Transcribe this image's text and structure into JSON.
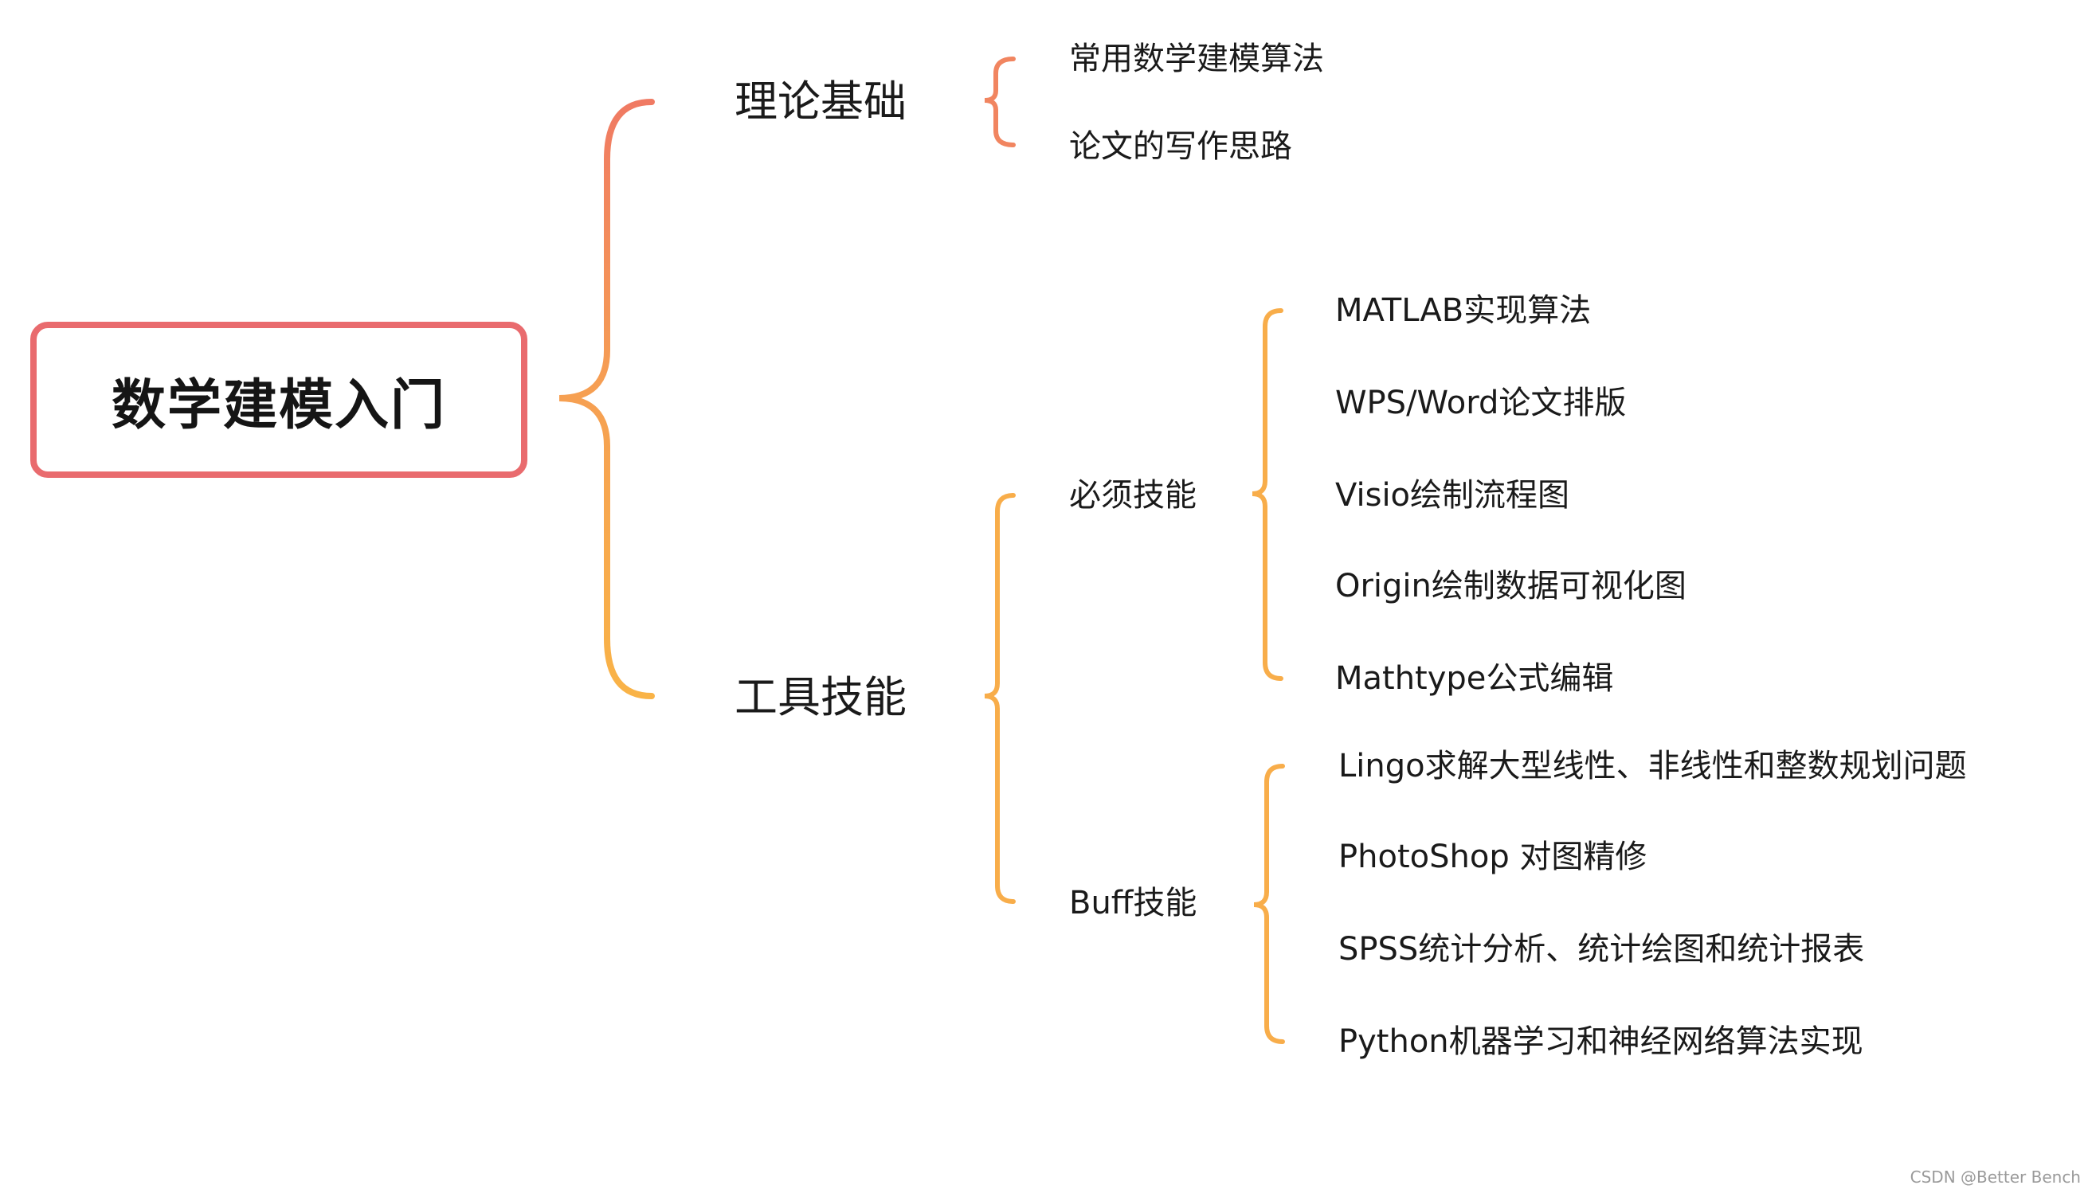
{
  "colors": {
    "root_border": "#e96b6e",
    "brace_top": "#f07a63",
    "brace_mid": "#f6a052",
    "brace_bottom": "#f9b347",
    "brace_theory": "#f18560",
    "brace_tools": "#f8ad4a"
  },
  "root": {
    "label": "数学建模入门"
  },
  "branches": [
    {
      "label": "理论基础",
      "children": [
        {
          "label": "常用数学建模算法"
        },
        {
          "label": "论文的写作思路"
        }
      ]
    },
    {
      "label": "工具技能",
      "children": [
        {
          "label": "必须技能",
          "children": [
            {
              "label": "MATLAB实现算法"
            },
            {
              "label": "WPS/Word论文排版"
            },
            {
              "label": "Visio绘制流程图"
            },
            {
              "label": "Origin绘制数据可视化图"
            },
            {
              "label": "Mathtype公式编辑"
            }
          ]
        },
        {
          "label": "Buff技能",
          "children": [
            {
              "label": "Lingo求解大型线性、非线性和整数规划问题"
            },
            {
              "label": "PhotoShop 对图精修"
            },
            {
              "label": "SPSS统计分析、统计绘图和统计报表"
            },
            {
              "label": "Python机器学习和神经网络算法实现"
            }
          ]
        }
      ]
    }
  ],
  "watermark": "CSDN @Better Bench"
}
